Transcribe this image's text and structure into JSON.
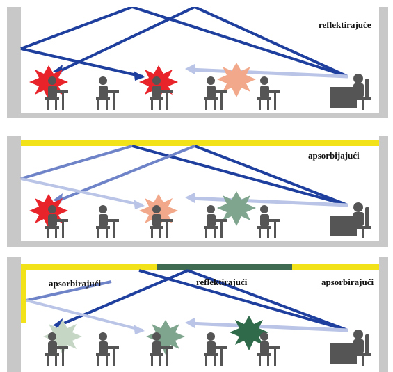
{
  "panels": [
    {
      "labels": [
        "reflektirajuće"
      ]
    },
    {
      "labels": [
        "apsorbijajući"
      ]
    },
    {
      "labels": [
        "apsorbirajući",
        "reflektirajući",
        "apsorbirajući"
      ]
    }
  ],
  "colors": {
    "frame": "#c8c8c8",
    "room": "#ffffff",
    "ray_dark": "#1f3f9e",
    "ray_mid": "#6f84c8",
    "ray_light": "#b9c4e6",
    "absorber": "#f2e21a",
    "reflector": "#3f6b52",
    "burst_red": "#e8232a",
    "burst_salmon": "#f2a88a",
    "burst_green": "#7fa58e",
    "burst_pale_green": "#c5d6c5",
    "burst_dark_green": "#2f6b4a",
    "silhouette": "#555555"
  }
}
